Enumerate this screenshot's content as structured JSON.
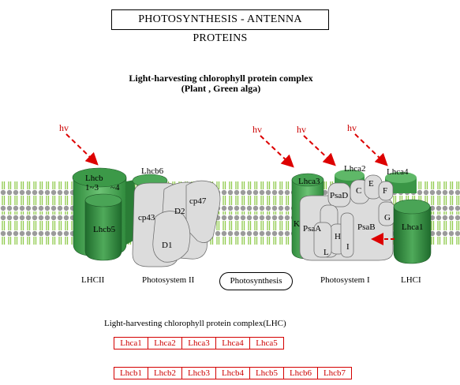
{
  "title": "PHOTOSYNTHESIS - ANTENNA PROTEINS",
  "subtitle_line1": "Light-harvesting chlorophyll protein complex",
  "subtitle_line2": "(Plant , Green alga)",
  "light_label": "hv",
  "complex_labels": {
    "lhcii": "LHCII",
    "photosystem_ii": "Photosystem II",
    "photosystem_i": "Photosystem I",
    "lhci": "LHCI"
  },
  "protein_labels": {
    "lhcb": "Lhcb",
    "lhcb_13": "1~3",
    "lhcb_4": "~4",
    "lhcb5": "Lhcb5",
    "lhcb6": "Lhcb6",
    "cp43": "cp43",
    "cp47": "cp47",
    "d1": "D1",
    "d2": "D2",
    "lhca3": "Lhca3",
    "lhca2": "Lhca2",
    "lhca4": "Lhca4",
    "lhca1": "Lhca1",
    "psad": "PsaD",
    "c": "C",
    "e": "E",
    "f": "F",
    "g": "G",
    "k": "K",
    "psaa": "PsaA",
    "psab": "PsaB",
    "h": "H",
    "l": "L",
    "i": "I"
  },
  "photosynthesis_link": "Photosynthesis",
  "lhc_heading": "Light-harvesting chlorophyll protein complex(LHC)",
  "lhca_genes": [
    "Lhca1",
    "Lhca2",
    "Lhca3",
    "Lhca4",
    "Lhca5"
  ],
  "lhcb_genes": [
    "Lhcb1",
    "Lhcb2",
    "Lhcb3",
    "Lhcb4",
    "Lhcb5",
    "Lhcb6",
    "Lhcb7"
  ],
  "colors": {
    "gene_box": "#d40000",
    "arrow": "#dd0000",
    "membrane_lipid": "#8fca4a",
    "protein_green": "#3a9a4a",
    "protein_grey": "#dcdcdc"
  }
}
